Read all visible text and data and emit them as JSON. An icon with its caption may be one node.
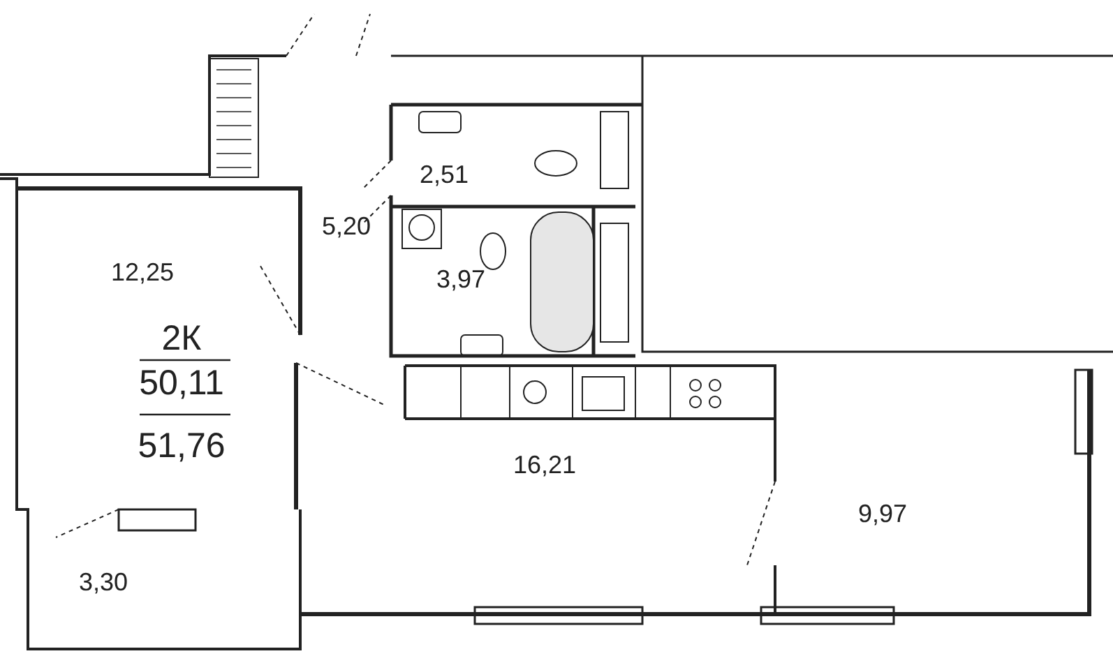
{
  "diagram": {
    "labels": [
      "2,51",
      "5,20",
      "12,25",
      "3,97",
      "2К",
      "50,11",
      "51,76",
      "16,21",
      "9,97",
      "3,30"
    ]
  }
}
